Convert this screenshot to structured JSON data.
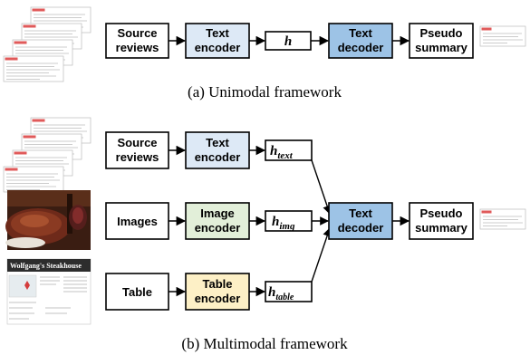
{
  "unimodal": {
    "source_l1": "Source",
    "source_l2": "reviews",
    "encoder_l1": "Text",
    "encoder_l2": "encoder",
    "latent": "h",
    "decoder_l1": "Text",
    "decoder_l2": "decoder",
    "output_l1": "Pseudo",
    "output_l2": "summary",
    "caption": "(a) Unimodal framework"
  },
  "multimodal": {
    "source_l1": "Source",
    "source_l2": "reviews",
    "text_enc_l1": "Text",
    "text_enc_l2": "encoder",
    "images": "Images",
    "image_enc_l1": "Image",
    "image_enc_l2": "encoder",
    "table": "Table",
    "table_enc_l1": "Table",
    "table_enc_l2": "encoder",
    "h_base": "h",
    "h_text_sub": "text",
    "h_img_sub": "img",
    "h_table_sub": "table",
    "decoder_l1": "Text",
    "decoder_l2": "decoder",
    "output_l1": "Pseudo",
    "output_l2": "summary",
    "caption": "(b) Multimodal framework"
  },
  "thumbnail_text": {
    "restaurant_banner": "Wolfgang's Steakhouse"
  },
  "colors": {
    "text_encoder": "#dde9f6",
    "image_encoder": "#e2efd9",
    "table_encoder": "#fdf0c6",
    "decoder": "#9dc3e6",
    "doc_header": "#e05a5a"
  }
}
